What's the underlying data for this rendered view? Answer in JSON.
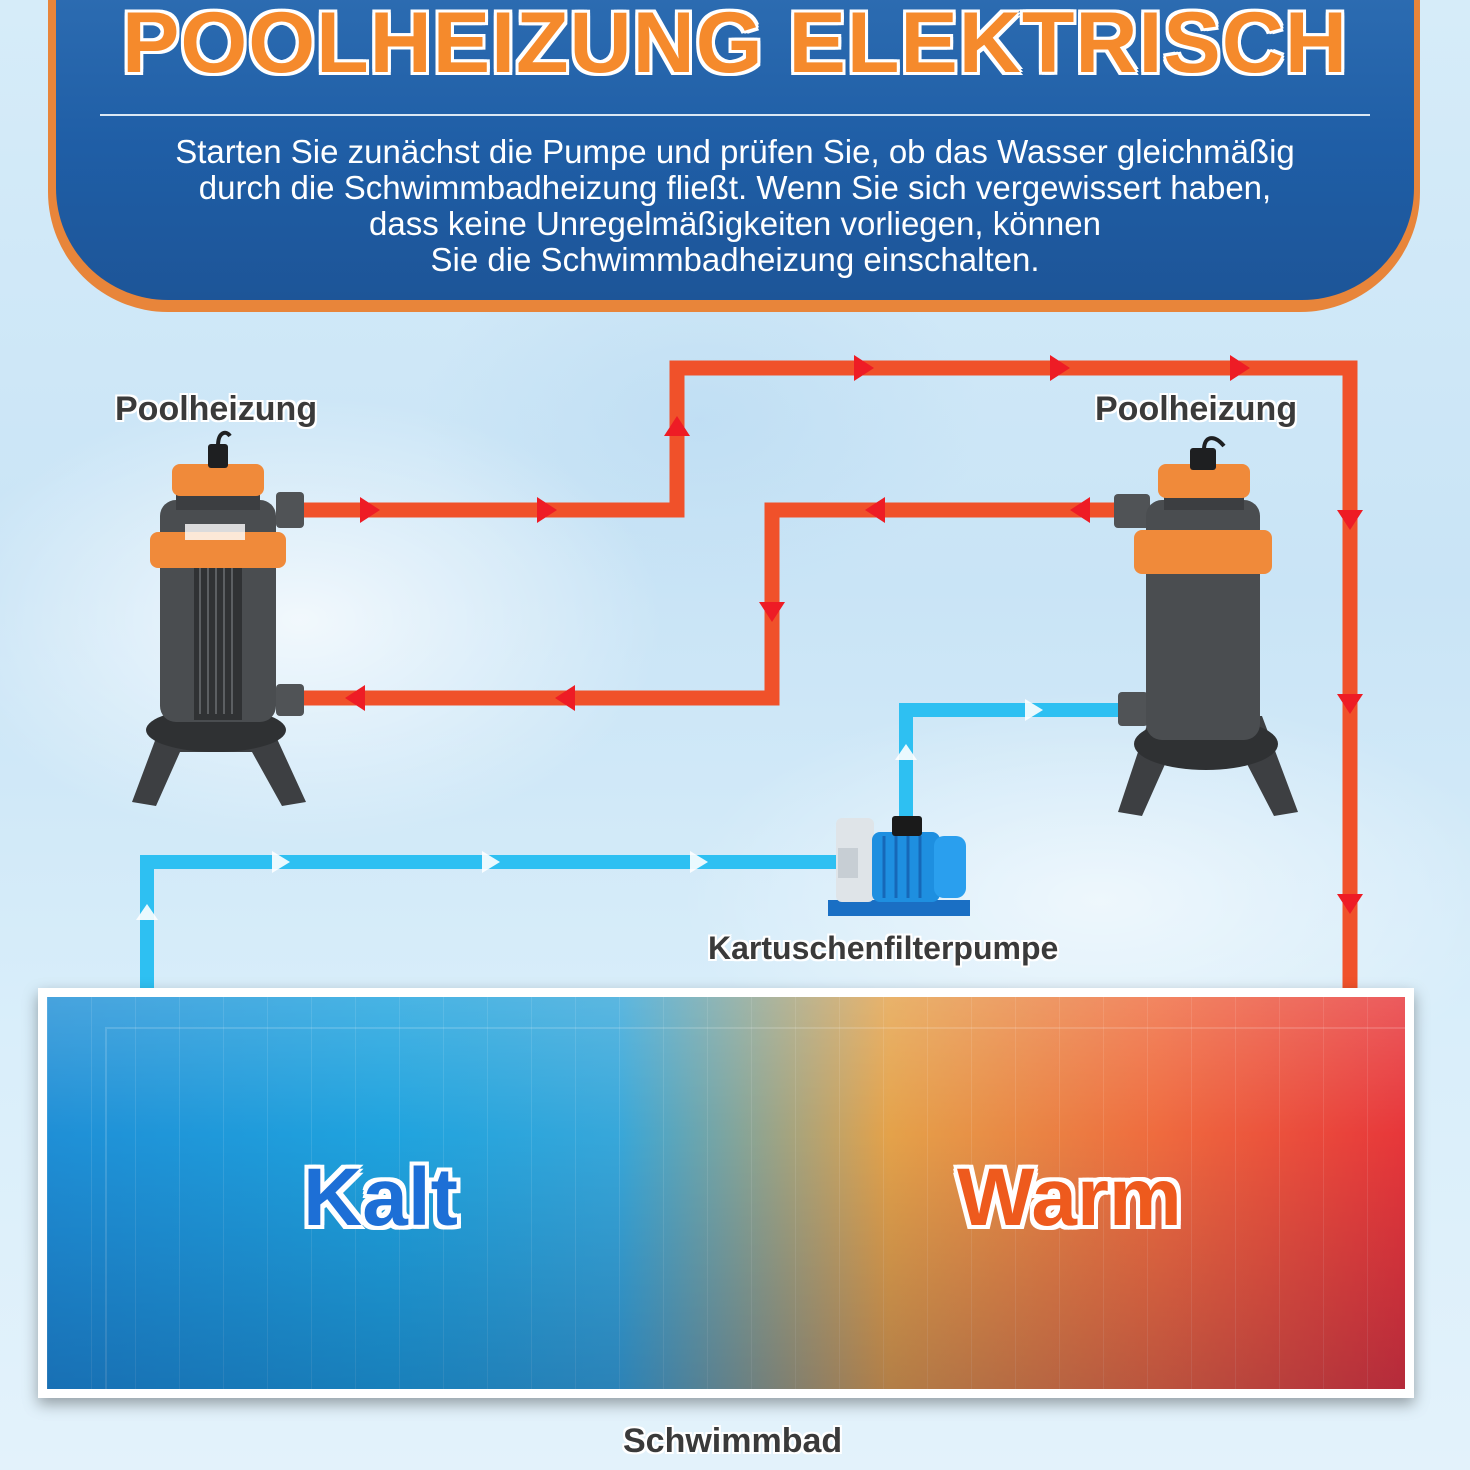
{
  "banner": {
    "title": "POOLHEIZUNG ELEKTRISCH",
    "description": "Starten Sie zunächst die Pumpe und prüfen Sie, ob das Wasser gleichmäßig\ndurch die Schwimmbadheizung fließt. Wenn Sie sich vergewissert haben,\ndass keine Unregelmäßigkeiten vorliegen, können\nSie die Schwimmbadheizung einschalten."
  },
  "components": {
    "heater_left": "Poolheizung",
    "heater_right": "Poolheizung",
    "pump": "Kartuschenfilterpumpe",
    "pool": "Schwimmbad"
  },
  "pool": {
    "cold": "Kalt",
    "warm": "Warm"
  },
  "colors": {
    "hot_pipe": "#f0512a",
    "hot_arrow": "#ee1c25",
    "cold_pipe": "#2ec0f2",
    "cold_arrow": "#ffffff",
    "banner_blue": "#1f5ea6",
    "banner_rim": "#e8853a",
    "heater_body": "#4a4d50",
    "heater_ring": "#f08a3a",
    "pump_blue": "#1e8fe0"
  },
  "icons": [
    "pool-heater-icon",
    "pool-heater-icon",
    "cartridge-filter-pump-icon"
  ]
}
